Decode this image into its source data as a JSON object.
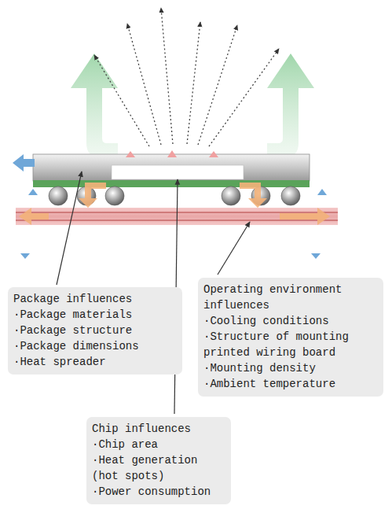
{
  "diagram": {
    "nodes": [
      {
        "text": [
          "Package influences",
          "·Package materials",
          "·Package structure",
          "·Package dimensions",
          "·Heat spreader"
        ]
      },
      {
        "text": [
          "Operating environment influences",
          "·Cooling conditions",
          "·Structure of mounting printed wiring board",
          "·Mounting density",
          "·Ambient temperature"
        ]
      },
      {
        "text": [
          "Chip influences",
          "·Chip area",
          "·Heat generation (hot spots)",
          "·Power consumption"
        ]
      }
    ]
  }
}
